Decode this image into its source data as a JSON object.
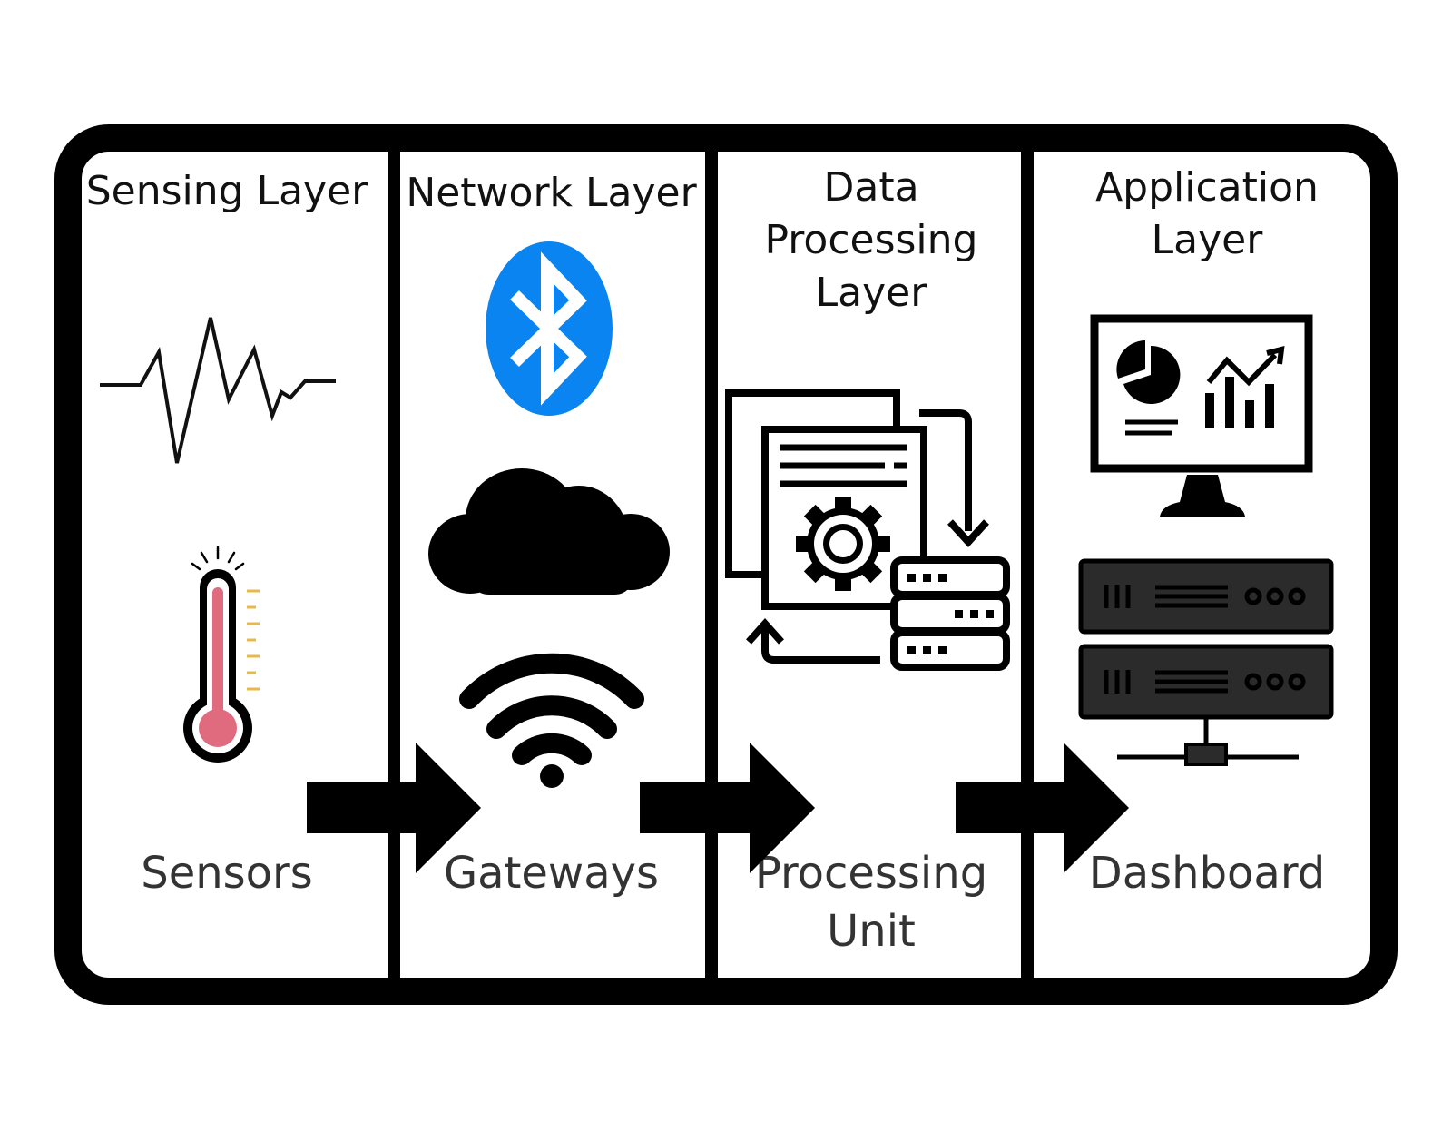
{
  "layers": [
    {
      "title": "Sensing Layer",
      "label": "Sensors"
    },
    {
      "title": "Network Layer",
      "label": "Gateways"
    },
    {
      "title": "Data Processing\nLayer",
      "label": "Processing\nUnit"
    },
    {
      "title": "Application\nLayer",
      "label": "Dashboard"
    }
  ],
  "colors": {
    "frame": "#000000",
    "bluetooth": "#0a84f0",
    "thermometer_fill": "#e06a7e",
    "thermometer_ticks": "#e8b84a",
    "server_body": "#2b2b2b"
  },
  "icons": [
    "pulse-wave-icon",
    "thermometer-icon",
    "bluetooth-icon",
    "cloud-icon",
    "wifi-icon",
    "data-processing-icon",
    "dashboard-monitor-icon",
    "server-rack-icon"
  ]
}
